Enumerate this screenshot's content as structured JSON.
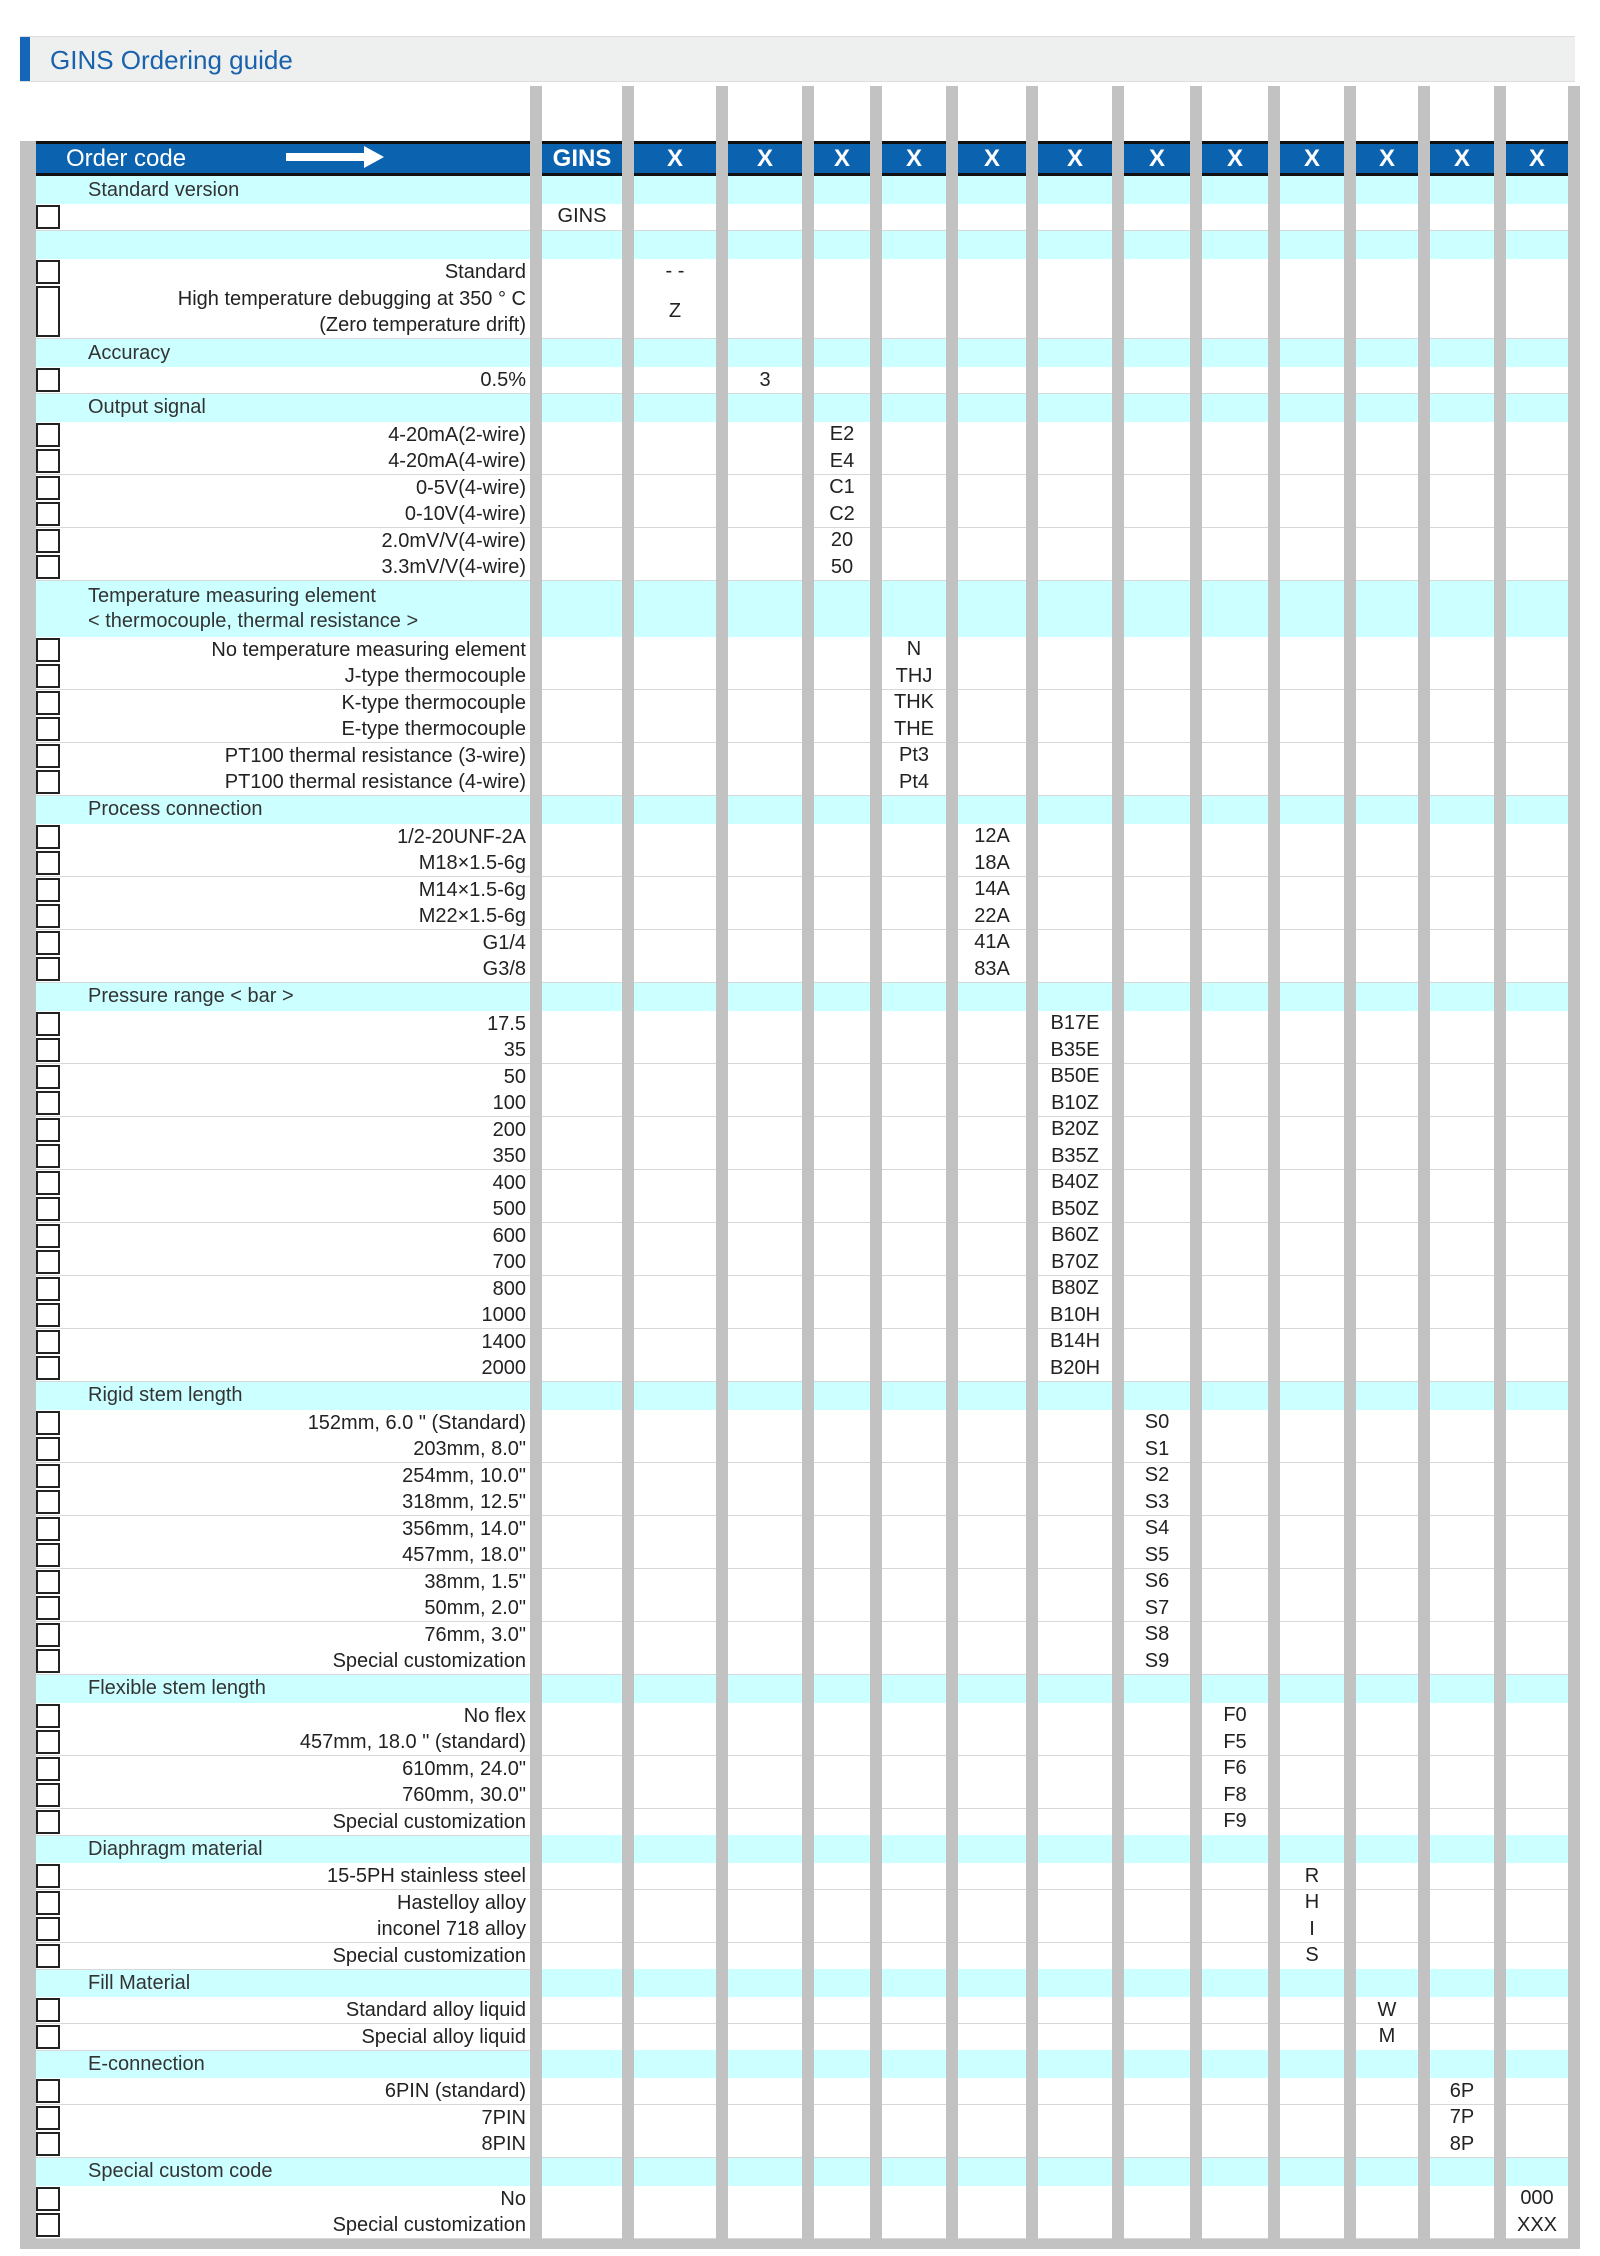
{
  "title": "GINS Ordering guide",
  "header": {
    "label": "Order code",
    "codes": [
      "GINS",
      "X",
      "X",
      "X",
      "X",
      "X",
      "X",
      "X",
      "X",
      "X",
      "X",
      "X",
      "X"
    ]
  },
  "colors": {
    "header_blue": "#0b63b0",
    "section_cyan": "#ccffff",
    "divider_gray": "#c2c2c2",
    "title_blue": "#1a62ab"
  },
  "sections": [
    {
      "title": "Standard version",
      "col": 0,
      "options": [
        {
          "label": "",
          "code": "GINS"
        }
      ]
    },
    {
      "title": "",
      "col": 1,
      "options": [
        {
          "label": "Standard",
          "code": "- -"
        },
        {
          "label": "High temperature debugging at 350 ° C\n(Zero temperature drift)",
          "code": "Z"
        }
      ]
    },
    {
      "title": "Accuracy",
      "col": 2,
      "options": [
        {
          "label": "0.5%",
          "code": "3"
        }
      ]
    },
    {
      "title": "Output signal",
      "col": 3,
      "options": [
        {
          "label": "4-20mA(2-wire)",
          "code": "E2"
        },
        {
          "label": "4-20mA(4-wire)",
          "code": "E4"
        },
        {
          "label": "0-5V(4-wire)",
          "code": "C1"
        },
        {
          "label": "0-10V(4-wire)",
          "code": "C2"
        },
        {
          "label": "2.0mV/V(4-wire)",
          "code": "20"
        },
        {
          "label": "3.3mV/V(4-wire)",
          "code": "50"
        }
      ]
    },
    {
      "title": "Temperature measuring element\n< thermocouple, thermal resistance >",
      "col": 4,
      "options": [
        {
          "label": "No temperature measuring element",
          "code": "N"
        },
        {
          "label": "J-type thermocouple",
          "code": "THJ"
        },
        {
          "label": "K-type thermocouple",
          "code": "THK"
        },
        {
          "label": "E-type thermocouple",
          "code": "THE"
        },
        {
          "label": "PT100 thermal resistance (3-wire)",
          "code": "Pt3"
        },
        {
          "label": "PT100 thermal resistance (4-wire)",
          "code": "Pt4"
        }
      ]
    },
    {
      "title": "Process connection",
      "col": 5,
      "options": [
        {
          "label": "1/2-20UNF-2A",
          "code": "12A"
        },
        {
          "label": "M18×1.5-6g",
          "code": "18A"
        },
        {
          "label": "M14×1.5-6g",
          "code": "14A"
        },
        {
          "label": "M22×1.5-6g",
          "code": "22A"
        },
        {
          "label": "G1/4",
          "code": "41A"
        },
        {
          "label": "G3/8",
          "code": "83A"
        }
      ]
    },
    {
      "title": "Pressure range < bar >",
      "col": 6,
      "options": [
        {
          "label": "17.5",
          "code": "B17E"
        },
        {
          "label": "35",
          "code": "B35E"
        },
        {
          "label": "50",
          "code": "B50E"
        },
        {
          "label": "100",
          "code": "B10Z"
        },
        {
          "label": "200",
          "code": "B20Z"
        },
        {
          "label": "350",
          "code": "B35Z"
        },
        {
          "label": "400",
          "code": "B40Z"
        },
        {
          "label": "500",
          "code": "B50Z"
        },
        {
          "label": "600",
          "code": "B60Z"
        },
        {
          "label": "700",
          "code": "B70Z"
        },
        {
          "label": "800",
          "code": "B80Z"
        },
        {
          "label": "1000",
          "code": "B10H"
        },
        {
          "label": "1400",
          "code": "B14H"
        },
        {
          "label": "2000",
          "code": "B20H"
        }
      ]
    },
    {
      "title": "Rigid stem length",
      "col": 7,
      "options": [
        {
          "label": "152mm, 6.0 \" (Standard)",
          "code": "S0"
        },
        {
          "label": "203mm, 8.0\"",
          "code": "S1"
        },
        {
          "label": "254mm, 10.0\"",
          "code": "S2"
        },
        {
          "label": "318mm, 12.5\"",
          "code": "S3"
        },
        {
          "label": "356mm, 14.0\"",
          "code": "S4"
        },
        {
          "label": "457mm, 18.0\"",
          "code": "S5"
        },
        {
          "label": "38mm, 1.5\"",
          "code": "S6"
        },
        {
          "label": "50mm, 2.0\"",
          "code": "S7"
        },
        {
          "label": "76mm, 3.0\"",
          "code": "S8"
        },
        {
          "label": "Special customization",
          "code": "S9"
        }
      ]
    },
    {
      "title": "Flexible stem length",
      "col": 8,
      "options": [
        {
          "label": "No flex",
          "code": "F0"
        },
        {
          "label": "457mm, 18.0 \" (standard)",
          "code": "F5"
        },
        {
          "label": "610mm, 24.0\"",
          "code": "F6"
        },
        {
          "label": "760mm, 30.0\"",
          "code": "F8"
        },
        {
          "label": "Special customization",
          "code": "F9"
        }
      ]
    },
    {
      "title": "Diaphragm material",
      "col": 9,
      "options": [
        {
          "label": "15-5PH stainless steel",
          "code": "R"
        },
        {
          "label": "Hastelloy alloy",
          "code": "H"
        },
        {
          "label": "inconel 718 alloy",
          "code": "I"
        },
        {
          "label": "Special customization",
          "code": "S"
        }
      ]
    },
    {
      "title": "Fill Material",
      "col": 10,
      "options": [
        {
          "label": "Standard alloy liquid",
          "code": "W"
        },
        {
          "label": "Special alloy liquid",
          "code": "M"
        }
      ]
    },
    {
      "title": "E-connection",
      "col": 11,
      "options": [
        {
          "label": "6PIN (standard)",
          "code": "6P"
        },
        {
          "label": "7PIN",
          "code": "7P"
        },
        {
          "label": "8PIN",
          "code": "8P"
        }
      ]
    },
    {
      "title": "Special custom code",
      "col": 12,
      "options": [
        {
          "label": "No",
          "code": "000"
        },
        {
          "label": "Special customization",
          "code": "XXX"
        }
      ]
    }
  ]
}
